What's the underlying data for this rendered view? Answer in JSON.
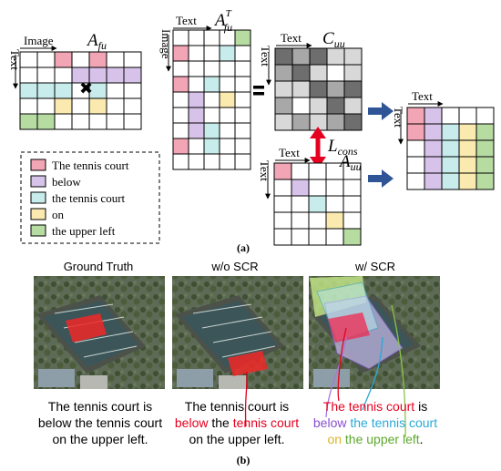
{
  "colors": {
    "pink": "#f2a5b4",
    "purple": "#d7c3ea",
    "cyan": "#c8ecec",
    "yellow": "#fbeab0",
    "green": "#b7dca2",
    "arrow_blue": "#2f5597",
    "arrow_red": "#e6001f",
    "dark_gray": "#6e6e6e",
    "mid_gray": "#a8a8a8",
    "light_gray": "#d8d8d8"
  },
  "part_a": {
    "labels": {
      "image": "Image",
      "text": "Text",
      "afu": "A",
      "afu_sub": "fu",
      "afut": "A",
      "afut_sup": "T",
      "afut_sub": "fu",
      "cuu": "C",
      "cuu_sub": "uu",
      "auu": "A",
      "auu_sub": "uu",
      "lcons": "L",
      "lcons_sub": "cons",
      "caption": "(a)"
    },
    "legend": [
      {
        "label": "The tennis court",
        "color": "pink"
      },
      {
        "label": "below",
        "color": "purple"
      },
      {
        "label": "the tennis court",
        "color": "cyan"
      },
      {
        "label": "on",
        "color": "yellow"
      },
      {
        "label": "the upper left",
        "color": "green"
      }
    ]
  },
  "part_b": {
    "titles": [
      "Ground Truth",
      "w/o SCR",
      "w/ SCR"
    ],
    "caption_gt": [
      "The tennis court is",
      "below the tennis court",
      "on the upper left."
    ],
    "caption_wo": {
      "l1": "The tennis court is",
      "l2_a": "below",
      "l2_b": "the",
      "l2_c": "tennis court",
      "l3": "on the upper left."
    },
    "caption_w": {
      "l1_a": "The tennis court",
      "l1_b": "is",
      "l2_a": "below",
      "l2_b": "the tennis court",
      "l3_a": "on",
      "l3_b": "the upper left",
      "l3_c": "."
    },
    "caption": "(b)"
  }
}
